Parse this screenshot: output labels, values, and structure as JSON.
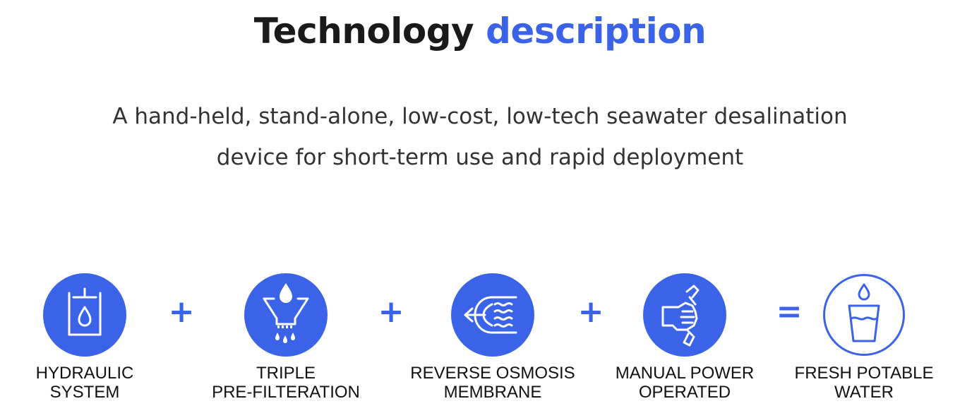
{
  "header": {
    "title_dark": "Technology",
    "title_accent": "description"
  },
  "subtitle": {
    "line1": "A hand-held, stand-alone, low-cost, low-tech seawater desalination",
    "line2": "device for short-term use and rapid deployment"
  },
  "colors": {
    "accent": "#3b63e8",
    "text_dark": "#1a1a1a",
    "text_body": "#333333"
  },
  "components": [
    {
      "icon": "hydraulic-press-icon",
      "label_line1": "HYDRAULIC",
      "label_line2": "SYSTEM"
    },
    {
      "icon": "filter-funnel-icon",
      "label_line1": "TRIPLE",
      "label_line2": "PRE-FILTERATION"
    },
    {
      "icon": "membrane-icon",
      "label_line1": "REVERSE OSMOSIS",
      "label_line2": "MEMBRANE"
    },
    {
      "icon": "hand-crank-icon",
      "label_line1": "MANUAL POWER",
      "label_line2": "OPERATED"
    },
    {
      "icon": "water-glass-icon",
      "label_line1": "FRESH POTABLE",
      "label_line2": "WATER"
    }
  ],
  "operators": [
    "+",
    "+",
    "+",
    "="
  ]
}
